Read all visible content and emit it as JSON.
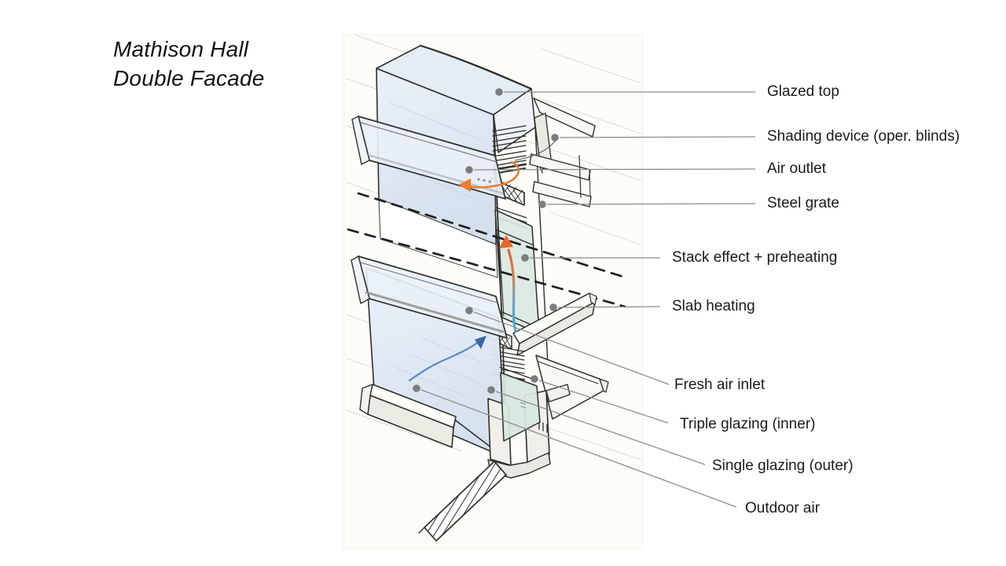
{
  "slide": {
    "title_line1": "Mathison Hall",
    "title_line2": "Double Facade"
  },
  "diagram": {
    "labels": [
      {
        "id": "glazed-top",
        "text": "Glazed top"
      },
      {
        "id": "shading-device",
        "text": "Shading device (oper. blinds)"
      },
      {
        "id": "air-outlet",
        "text": "Air outlet"
      },
      {
        "id": "steel-grate",
        "text": "Steel grate"
      },
      {
        "id": "stack-effect",
        "text": "Stack effect + preheating"
      },
      {
        "id": "slab-heating",
        "text": "Slab heating"
      },
      {
        "id": "fresh-air-inlet",
        "text": "Fresh air inlet"
      },
      {
        "id": "triple-glazing-inner",
        "text": "Triple glazing (inner)"
      },
      {
        "id": "single-glazing-outer",
        "text": "Single glazing (outer)"
      },
      {
        "id": "outdoor-air",
        "text": "Outdoor air"
      }
    ],
    "annotations": {
      "warm_air_arrow_color": "#ED7D31",
      "fresh_air_arrow_color": "#5B8CC8",
      "stack_arrow_gradient_bottom": "#35B4E3",
      "stack_arrow_gradient_top": "#ED7D31",
      "leader_line_color": "#8D8D88",
      "anchor_dot_color": "#7D7D7D",
      "glass_outer_color": "#DCE6F2",
      "glass_inner_color": "#D8E7DF",
      "ink_color": "#2F2F2B"
    }
  }
}
